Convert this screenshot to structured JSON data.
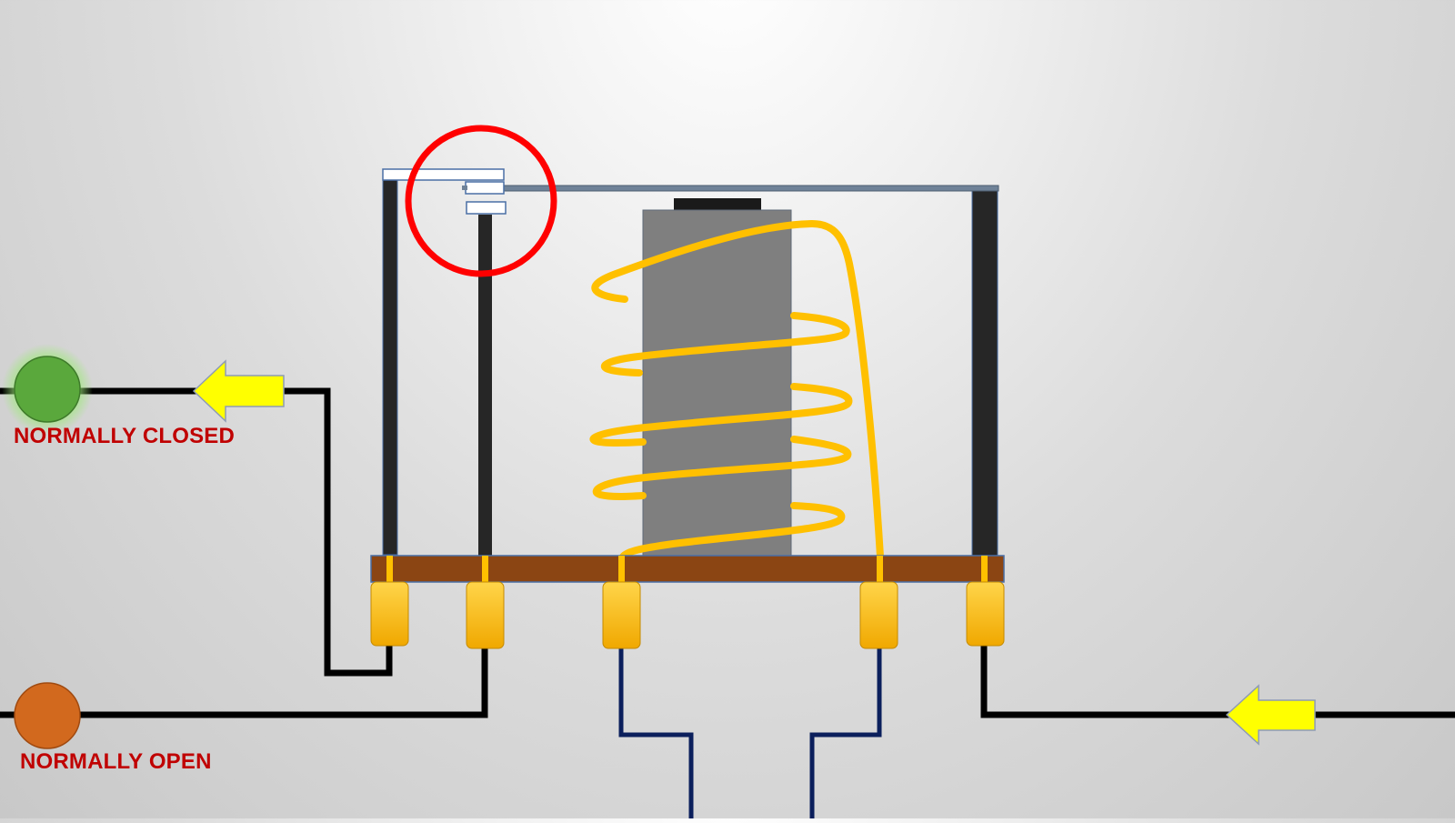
{
  "labels": {
    "normally_closed": "NORMALLY CLOSED",
    "normally_open": "NORMALLY OPEN"
  },
  "indicators": {
    "normally_closed": {
      "state": "on",
      "color": "#5aa83c",
      "glow": "#9ee87a"
    },
    "normally_open": {
      "state": "off",
      "color": "#d2691e"
    }
  },
  "colors": {
    "wire": "#000000",
    "coil_wire": "#0b1f5c",
    "coil": "#ffc000",
    "core": "#7f7f7f",
    "base": "#8b4513",
    "terminal": "#ffc000",
    "arrow": "#ffff00",
    "highlight_circle": "#ff0000",
    "post": "#262626"
  },
  "components": {
    "terminals": [
      "nc-terminal",
      "no-terminal",
      "coil-terminal-1",
      "coil-terminal-2",
      "common-terminal"
    ],
    "current_direction_arrows": 2,
    "highlight": "contact-point"
  }
}
